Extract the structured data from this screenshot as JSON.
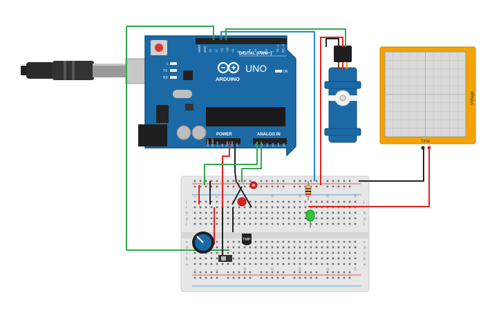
{
  "arduino": {
    "brand": "ARDUINO",
    "model": "UNO",
    "digital_header": "DIGITAL (PWM~)",
    "power_label": "POWER",
    "analog_label": "ANALOG IN",
    "on_label": "ON",
    "l_label": "L",
    "tx_label": "TX",
    "rx_label": "RX",
    "digital_pins": [
      "AREF",
      "GND",
      "13",
      "12",
      "~11",
      "~10",
      "~9",
      "8",
      "7",
      "~6",
      "~5",
      "4",
      "~3",
      "2",
      "TX→1",
      "RX←0"
    ],
    "power_pins": [
      "IOREF",
      "RESET",
      "3.3V",
      "5V",
      "GND",
      "GND",
      "Vin"
    ],
    "analog_pins": [
      "A0",
      "A1",
      "A2",
      "A3",
      "A4",
      "A5"
    ],
    "board_color": "#1b6aa6"
  },
  "oscilloscope": {
    "x_label": "Time",
    "y_label": "Voltage",
    "frame_color": "#f4a300"
  },
  "breadboard": {
    "row_letters_top": [
      "j",
      "i",
      "h",
      "g",
      "f"
    ],
    "row_letters_bottom": [
      "e",
      "d",
      "c",
      "b",
      "a"
    ],
    "column_numbers": [
      "1",
      "5",
      "10",
      "15",
      "20",
      "25",
      "30"
    ]
  },
  "components": {
    "sensor_label": "TMP",
    "potentiometer": "potentiometer",
    "servo": "micro servo",
    "usb_cable": "usb cable"
  },
  "wire_colors": {
    "green": "#2ea84b",
    "red": "#e02020",
    "black": "#222222",
    "blue": "#1a8fd6"
  }
}
